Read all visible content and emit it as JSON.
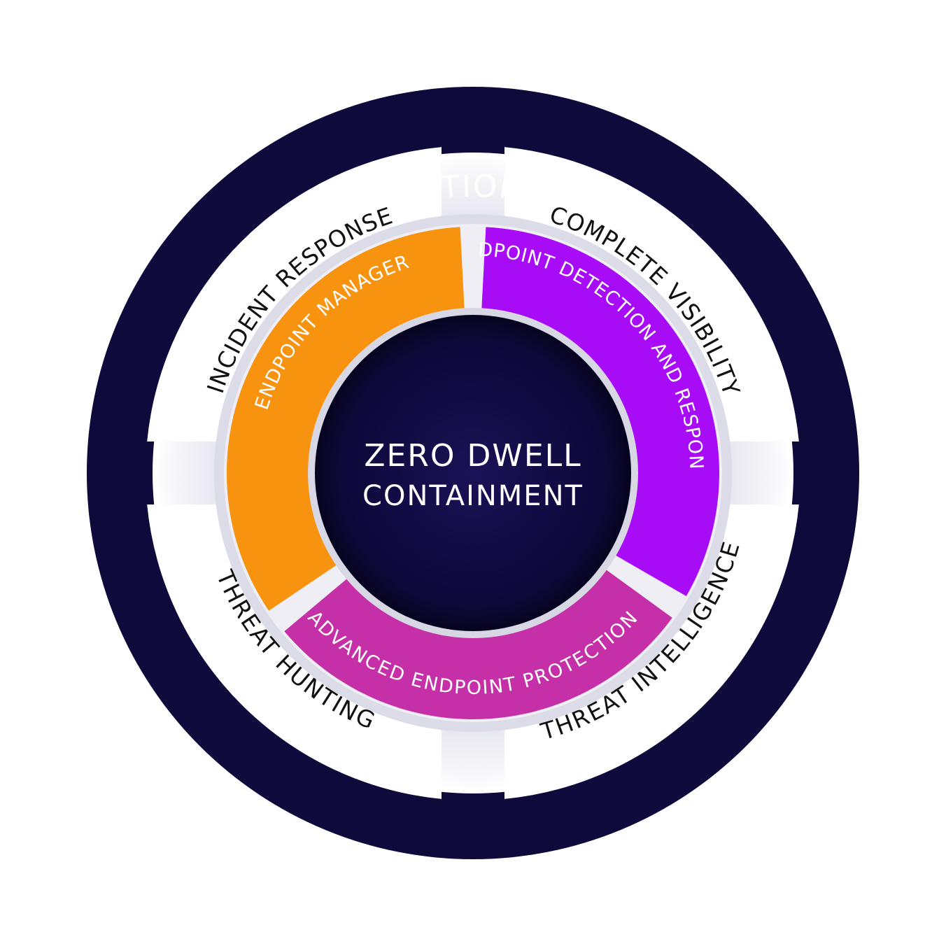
{
  "outer_ring": {
    "label": "MANAGED DETECTION AND RESPONSE",
    "color": "#0e0a3b"
  },
  "services": [
    {
      "label": "INCIDENT RESPONSE"
    },
    {
      "label": "COMPLETE VISIBILITY"
    },
    {
      "label": "THREAT INTELLIGENCE"
    },
    {
      "label": "THREAT HUNTING"
    }
  ],
  "products": [
    {
      "label": "ENDPOINT MANAGER",
      "color": "#f7930e"
    },
    {
      "label": "ENDPOINT DETECTION AND RESPONSE",
      "color": "#a80cf7"
    },
    {
      "label": "ADVANCED ENDPOINT PROTECTION",
      "color": "#c530a8"
    }
  ],
  "center": {
    "line1": "ZERO DWELL",
    "line2": "CONTAINMENT",
    "color": "#0b0639"
  }
}
